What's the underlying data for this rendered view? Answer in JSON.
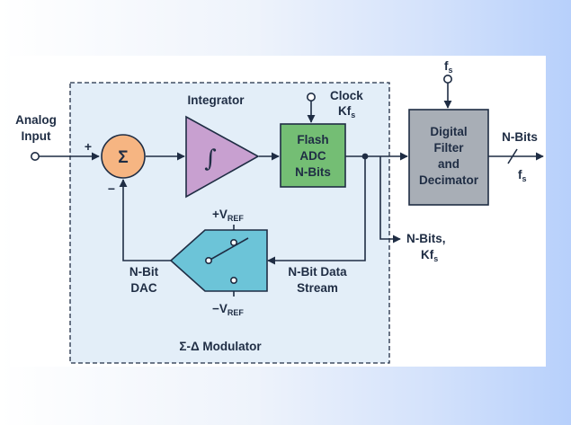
{
  "diagram": {
    "analog_input": [
      "Analog",
      "Input"
    ],
    "plus_sign": "+",
    "minus_sign": "−",
    "summer_symbol": "Σ",
    "integrator_label": "Integrator",
    "integral_symbol": "∫",
    "clock": {
      "line1": "Clock",
      "line2_main": "Kf",
      "line2_sub": "s"
    },
    "flash_adc": [
      "Flash",
      "ADC",
      "N-Bits"
    ],
    "digital_filter": [
      "Digital",
      "Filter",
      "and",
      "Decimator"
    ],
    "top_clock": {
      "main": "f",
      "sub": "s"
    },
    "output_bits": "N-Bits",
    "output_rate": {
      "main": "f",
      "sub": "s"
    },
    "side_output": {
      "line1": "N-Bits,",
      "line2_main": "Kf",
      "line2_sub": "s"
    },
    "vref_pos": {
      "main": "+V",
      "sub": "REF"
    },
    "vref_neg": {
      "main": "−V",
      "sub": "REF"
    },
    "dac_label": [
      "N-Bit",
      "DAC"
    ],
    "data_stream_label": [
      "N-Bit Data",
      "Stream"
    ],
    "modulator_label": "Σ-Δ Modulator",
    "colors": {
      "summer": "#f6b582",
      "integrator": "#c8a0d0",
      "adc": "#74be74",
      "filter": "#a8aeb6",
      "dac": "#6cc4d8",
      "modulator_bg": "#e3eef8",
      "stroke": "#1f2d44"
    }
  }
}
